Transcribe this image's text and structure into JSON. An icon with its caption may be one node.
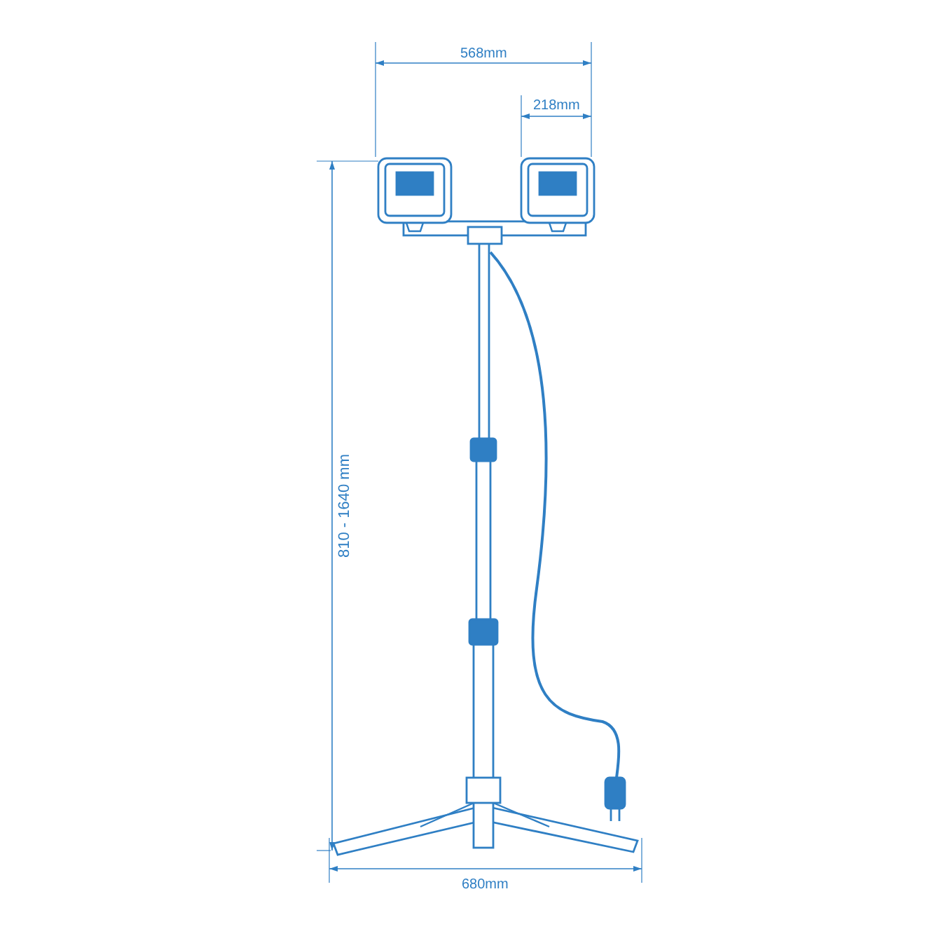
{
  "diagram": {
    "labels": [
      "568mm",
      "218mm",
      "810 - 1640 mm",
      "680mm"
    ]
  }
}
